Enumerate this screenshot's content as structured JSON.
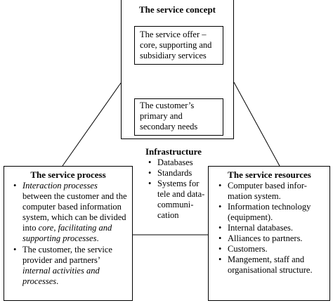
{
  "concept": {
    "title": "The service concept",
    "offer_text": "The service offer – core, supporting and subsidiary services",
    "needs_text": "The customer’s primary and secondary needs"
  },
  "infrastructure": {
    "title": "Infrastructure",
    "items": [
      "Databases",
      "Standards",
      "Systems for tele and data-communi-cation"
    ]
  },
  "process": {
    "title": "The service process",
    "item1": {
      "italic_a": "Interaction processes",
      "plain_a": " between the customer and the computer based information system, which can be divided into ",
      "italic_b": "core, facilitating and supporting processes",
      "plain_b": "."
    },
    "item2": {
      "plain": "The customer, the service provider and partners’ ",
      "italic": "internal activities and processes",
      "end": "."
    }
  },
  "resources": {
    "title": "The service resources",
    "items": [
      "Computer based infor-mation system.",
      "Information technology (equipment).",
      "Internal databases.",
      "Alliances to partners.",
      "Customers.",
      "Mangement, staff and organisational structure."
    ]
  }
}
